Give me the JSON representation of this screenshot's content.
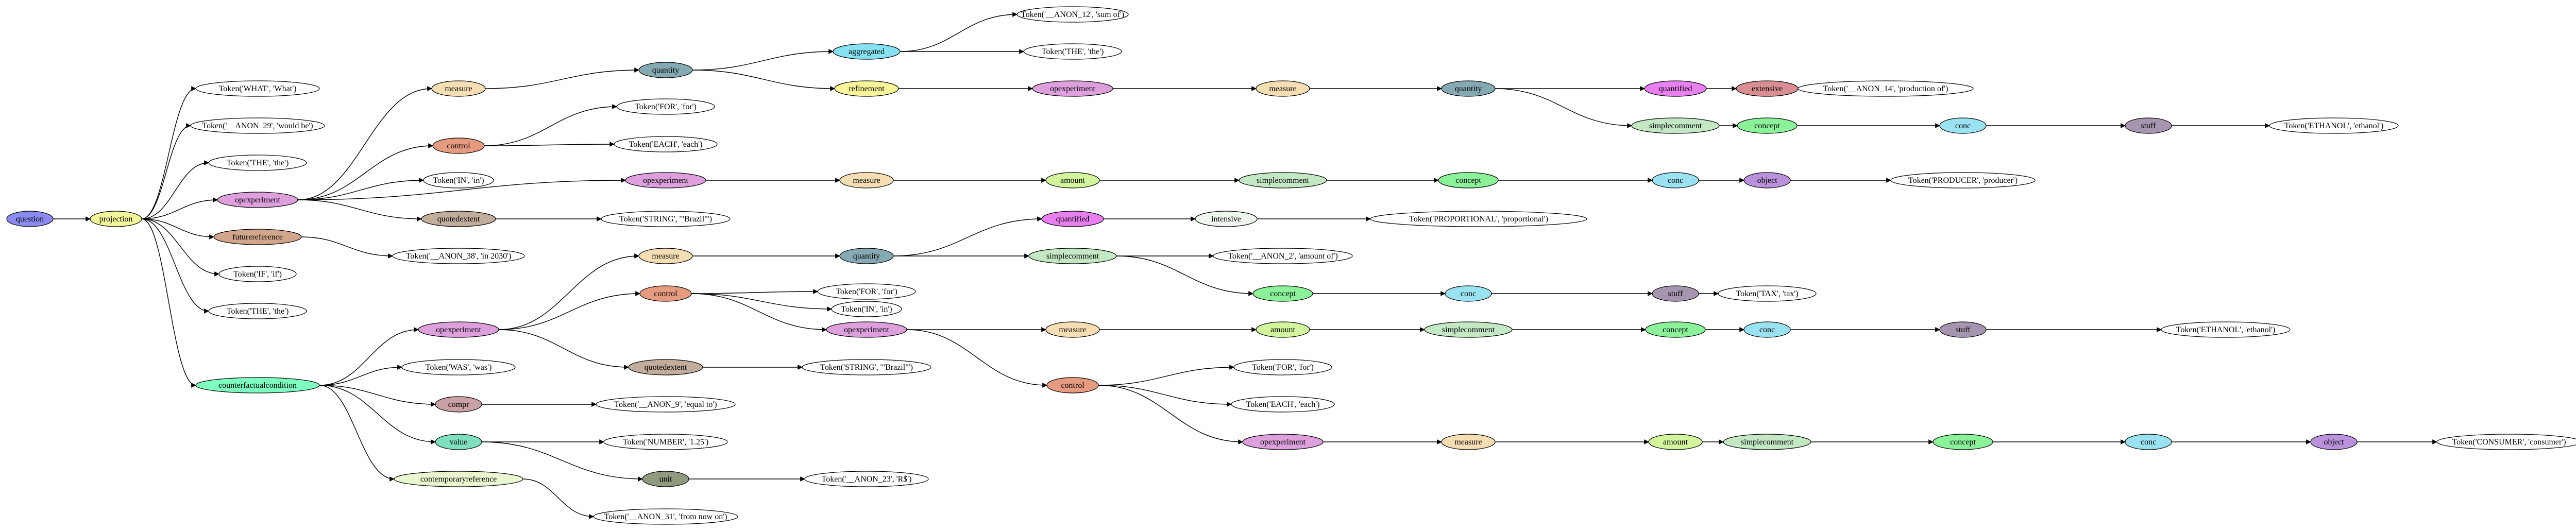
{
  "colors": {
    "question": "#8a8af0",
    "projection": "#f2f59a",
    "opexperiment": "#dda0dd",
    "measure": "#f5deb3",
    "control": "#e69a80",
    "quotedextent": "#c2ac9c",
    "futurereference": "#d2a68c",
    "counterfactualcondition": "#7fffbf",
    "comp": "#c9a0a4",
    "value": "#80dfc0",
    "unit": "#8f9a7e",
    "contemporaryreference": "#eaf7d0",
    "quantity": "#86aab4",
    "aggregated": "#86e2f2",
    "refinement": "#f8f49a",
    "quantified": "#e880f0",
    "extensive": "#d98e94",
    "simplecomment": "#c4e8c4",
    "concept": "#8cf29a",
    "conc": "#9ae2f2",
    "stuff": "#a695ae",
    "amount": "#d2f59e",
    "object": "#ba92dc",
    "intensive": "#eef6ee",
    "token": "#ffffff"
  },
  "nodes": [
    {
      "id": "question",
      "label": "question",
      "type": "question"
    },
    {
      "id": "projection",
      "label": "projection",
      "type": "projection"
    },
    {
      "id": "t_what",
      "label": "Token('WHAT', 'What')",
      "type": "token"
    },
    {
      "id": "t_anon29",
      "label": "Token('__ANON_29', 'would be')",
      "type": "token"
    },
    {
      "id": "t_the1",
      "label": "Token('THE', 'the')",
      "type": "token"
    },
    {
      "id": "op1",
      "label": "opexperiment",
      "type": "opexperiment"
    },
    {
      "id": "fut1",
      "label": "futurereference",
      "type": "futurereference"
    },
    {
      "id": "t_if",
      "label": "Token('IF', 'if')",
      "type": "token"
    },
    {
      "id": "t_the2",
      "label": "Token('THE', 'the')",
      "type": "token"
    },
    {
      "id": "cf",
      "label": "counterfactualcondition",
      "type": "counterfactualcondition"
    },
    {
      "id": "meas1",
      "label": "measure",
      "type": "measure"
    },
    {
      "id": "ctrl1",
      "label": "control",
      "type": "control"
    },
    {
      "id": "t_in1",
      "label": "Token('IN', 'in')",
      "type": "token"
    },
    {
      "id": "op2",
      "label": "opexperiment",
      "type": "opexperiment"
    },
    {
      "id": "qe1",
      "label": "quotedextent",
      "type": "quotedextent"
    },
    {
      "id": "t_anon38",
      "label": "Token('__ANON_38', 'in 2030')",
      "type": "token"
    },
    {
      "id": "qty1",
      "label": "quantity",
      "type": "quantity"
    },
    {
      "id": "agg",
      "label": "aggregated",
      "type": "aggregated"
    },
    {
      "id": "ref",
      "label": "refinement",
      "type": "refinement"
    },
    {
      "id": "t_anon12",
      "label": "Token('__ANON_12', 'sum of')",
      "type": "token"
    },
    {
      "id": "t_the3",
      "label": "Token('THE', 'the')",
      "type": "token"
    },
    {
      "id": "op3",
      "label": "opexperiment",
      "type": "opexperiment"
    },
    {
      "id": "meas2",
      "label": "measure",
      "type": "measure"
    },
    {
      "id": "qty2",
      "label": "quantity",
      "type": "quantity"
    },
    {
      "id": "quantified1",
      "label": "quantified",
      "type": "quantified"
    },
    {
      "id": "ext",
      "label": "extensive",
      "type": "extensive"
    },
    {
      "id": "t_anon14",
      "label": "Token('__ANON_14', 'production of')",
      "type": "token"
    },
    {
      "id": "sc1",
      "label": "simplecomment",
      "type": "simplecomment"
    },
    {
      "id": "concept1",
      "label": "concept",
      "type": "concept"
    },
    {
      "id": "conc1",
      "label": "conc",
      "type": "conc"
    },
    {
      "id": "stuff1",
      "label": "stuff",
      "type": "stuff"
    },
    {
      "id": "t_ethanol1",
      "label": "Token('ETHANOL', 'ethanol')",
      "type": "token"
    },
    {
      "id": "t_for1",
      "label": "Token('FOR', 'for')",
      "type": "token"
    },
    {
      "id": "t_each1",
      "label": "Token('EACH', 'each')",
      "type": "token"
    },
    {
      "id": "meas3",
      "label": "measure",
      "type": "measure"
    },
    {
      "id": "amt1",
      "label": "amount",
      "type": "amount"
    },
    {
      "id": "sc2",
      "label": "simplecomment",
      "type": "simplecomment"
    },
    {
      "id": "concept2",
      "label": "concept",
      "type": "concept"
    },
    {
      "id": "conc2",
      "label": "conc",
      "type": "conc"
    },
    {
      "id": "obj1",
      "label": "object",
      "type": "object"
    },
    {
      "id": "t_producer",
      "label": "Token('PRODUCER', 'producer')",
      "type": "token"
    },
    {
      "id": "t_brazil1",
      "label": "Token('STRING', '\"Brazil\"')",
      "type": "token"
    },
    {
      "id": "quantified2",
      "label": "quantified",
      "type": "quantified"
    },
    {
      "id": "intensive",
      "label": "intensive",
      "type": "intensive"
    },
    {
      "id": "t_proportional",
      "label": "Token('PROPORTIONAL', 'proportional')",
      "type": "token"
    },
    {
      "id": "op4",
      "label": "opexperiment",
      "type": "opexperiment"
    },
    {
      "id": "t_was",
      "label": "Token('WAS', 'was')",
      "type": "token"
    },
    {
      "id": "comp",
      "label": "compr",
      "type": "comp"
    },
    {
      "id": "value",
      "label": "value",
      "type": "value"
    },
    {
      "id": "contemp",
      "label": "contemporaryreference",
      "type": "contemporaryreference"
    },
    {
      "id": "meas4",
      "label": "measure",
      "type": "measure"
    },
    {
      "id": "ctrl2",
      "label": "control",
      "type": "control"
    },
    {
      "id": "qe2",
      "label": "quotedextent",
      "type": "quotedextent"
    },
    {
      "id": "qty3",
      "label": "quantity",
      "type": "quantity"
    },
    {
      "id": "sc3",
      "label": "simplecomment",
      "type": "simplecomment"
    },
    {
      "id": "t_anon2",
      "label": "Token('__ANON_2', 'amount of')",
      "type": "token"
    },
    {
      "id": "concept3",
      "label": "concept",
      "type": "concept"
    },
    {
      "id": "conc3",
      "label": "conc",
      "type": "conc"
    },
    {
      "id": "stuff2",
      "label": "stuff",
      "type": "stuff"
    },
    {
      "id": "t_tax",
      "label": "Token('TAX', 'tax')",
      "type": "token"
    },
    {
      "id": "t_for2",
      "label": "Token('FOR', 'for')",
      "type": "token"
    },
    {
      "id": "t_in2",
      "label": "Token('IN', 'in')",
      "type": "token"
    },
    {
      "id": "op5",
      "label": "opexperiment",
      "type": "opexperiment"
    },
    {
      "id": "meas5",
      "label": "measure",
      "type": "measure"
    },
    {
      "id": "amt2",
      "label": "amount",
      "type": "amount"
    },
    {
      "id": "sc4",
      "label": "simplecomment",
      "type": "simplecomment"
    },
    {
      "id": "concept4",
      "label": "concept",
      "type": "concept"
    },
    {
      "id": "conc4",
      "label": "conc",
      "type": "conc"
    },
    {
      "id": "stuff3",
      "label": "stuff",
      "type": "stuff"
    },
    {
      "id": "t_ethanol2",
      "label": "Token('ETHANOL', 'ethanol')",
      "type": "token"
    },
    {
      "id": "ctrl3",
      "label": "control",
      "type": "control"
    },
    {
      "id": "t_for3",
      "label": "Token('FOR', 'for')",
      "type": "token"
    },
    {
      "id": "t_each2",
      "label": "Token('EACH', 'each')",
      "type": "token"
    },
    {
      "id": "op6",
      "label": "opexperiment",
      "type": "opexperiment"
    },
    {
      "id": "meas6",
      "label": "measure",
      "type": "measure"
    },
    {
      "id": "amt3",
      "label": "amount",
      "type": "amount"
    },
    {
      "id": "sc5",
      "label": "simplecomment",
      "type": "simplecomment"
    },
    {
      "id": "concept5",
      "label": "concept",
      "type": "concept"
    },
    {
      "id": "conc5",
      "label": "conc",
      "type": "conc"
    },
    {
      "id": "obj2",
      "label": "object",
      "type": "object"
    },
    {
      "id": "t_consumer",
      "label": "Token('CONSUMER', 'consumer')",
      "type": "token"
    },
    {
      "id": "t_brazil2",
      "label": "Token('STRING', '\"Brazil\"')",
      "type": "token"
    },
    {
      "id": "t_anon9",
      "label": "Token('__ANON_9', 'equal to')",
      "type": "token"
    },
    {
      "id": "t_number",
      "label": "Token('NUMBER', '1.25')",
      "type": "token"
    },
    {
      "id": "unit",
      "label": "unit",
      "type": "unit"
    },
    {
      "id": "t_anon23",
      "label": "Token('__ANON_23', 'R$')",
      "type": "token"
    },
    {
      "id": "t_anon31",
      "label": "Token('__ANON_31', 'from now on')",
      "type": "token"
    }
  ],
  "edges": [
    [
      "question",
      "projection"
    ],
    [
      "projection",
      "t_what"
    ],
    [
      "projection",
      "t_anon29"
    ],
    [
      "projection",
      "t_the1"
    ],
    [
      "projection",
      "op1"
    ],
    [
      "projection",
      "fut1"
    ],
    [
      "projection",
      "t_if"
    ],
    [
      "projection",
      "t_the2"
    ],
    [
      "projection",
      "cf"
    ],
    [
      "op1",
      "meas1"
    ],
    [
      "op1",
      "ctrl1"
    ],
    [
      "op1",
      "t_in1"
    ],
    [
      "op1",
      "op2"
    ],
    [
      "op1",
      "qe1"
    ],
    [
      "fut1",
      "t_anon38"
    ],
    [
      "meas1",
      "qty1"
    ],
    [
      "qty1",
      "agg"
    ],
    [
      "qty1",
      "ref"
    ],
    [
      "agg",
      "t_anon12"
    ],
    [
      "agg",
      "t_the3"
    ],
    [
      "ref",
      "op3"
    ],
    [
      "op3",
      "meas2"
    ],
    [
      "meas2",
      "qty2"
    ],
    [
      "qty2",
      "quantified1"
    ],
    [
      "quantified1",
      "ext"
    ],
    [
      "ext",
      "t_anon14"
    ],
    [
      "qty2",
      "sc1"
    ],
    [
      "sc1",
      "concept1"
    ],
    [
      "concept1",
      "conc1"
    ],
    [
      "conc1",
      "stuff1"
    ],
    [
      "stuff1",
      "t_ethanol1"
    ],
    [
      "ctrl1",
      "t_for1"
    ],
    [
      "ctrl1",
      "t_each1"
    ],
    [
      "op2",
      "meas3"
    ],
    [
      "meas3",
      "amt1"
    ],
    [
      "amt1",
      "sc2"
    ],
    [
      "sc2",
      "concept2"
    ],
    [
      "concept2",
      "conc2"
    ],
    [
      "conc2",
      "obj1"
    ],
    [
      "obj1",
      "t_producer"
    ],
    [
      "qe1",
      "t_brazil1"
    ],
    [
      "cf",
      "op4"
    ],
    [
      "cf",
      "t_was"
    ],
    [
      "cf",
      "comp"
    ],
    [
      "cf",
      "value"
    ],
    [
      "cf",
      "contemp"
    ],
    [
      "op4",
      "meas4"
    ],
    [
      "op4",
      "ctrl2"
    ],
    [
      "op4",
      "qe2"
    ],
    [
      "meas4",
      "qty3"
    ],
    [
      "qty3",
      "quantified2"
    ],
    [
      "quantified2",
      "intensive"
    ],
    [
      "intensive",
      "t_proportional"
    ],
    [
      "qty3",
      "sc3"
    ],
    [
      "sc3",
      "t_anon2"
    ],
    [
      "sc3",
      "concept3"
    ],
    [
      "concept3",
      "conc3"
    ],
    [
      "conc3",
      "stuff2"
    ],
    [
      "stuff2",
      "t_tax"
    ],
    [
      "ctrl2",
      "t_for2"
    ],
    [
      "ctrl2",
      "t_in2"
    ],
    [
      "ctrl2",
      "op5"
    ],
    [
      "op5",
      "meas5"
    ],
    [
      "meas5",
      "amt2"
    ],
    [
      "amt2",
      "sc4"
    ],
    [
      "sc4",
      "concept4"
    ],
    [
      "concept4",
      "conc4"
    ],
    [
      "conc4",
      "stuff3"
    ],
    [
      "stuff3",
      "t_ethanol2"
    ],
    [
      "op5",
      "ctrl3"
    ],
    [
      "ctrl3",
      "t_for3"
    ],
    [
      "ctrl3",
      "t_each2"
    ],
    [
      "ctrl3",
      "op6"
    ],
    [
      "op6",
      "meas6"
    ],
    [
      "meas6",
      "amt3"
    ],
    [
      "amt3",
      "sc5"
    ],
    [
      "sc5",
      "concept5"
    ],
    [
      "concept5",
      "conc5"
    ],
    [
      "conc5",
      "obj2"
    ],
    [
      "obj2",
      "t_consumer"
    ],
    [
      "qe2",
      "t_brazil2"
    ],
    [
      "comp",
      "t_anon9"
    ],
    [
      "value",
      "t_number"
    ],
    [
      "value",
      "unit"
    ],
    [
      "unit",
      "t_anon23"
    ],
    [
      "contemp",
      "t_anon31"
    ]
  ]
}
